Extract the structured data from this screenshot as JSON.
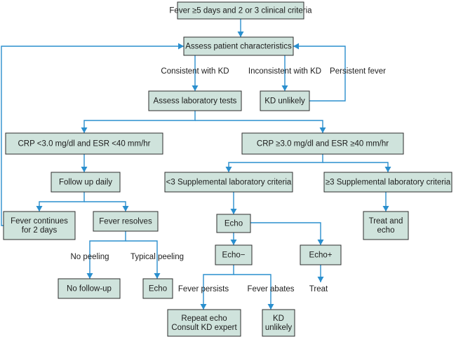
{
  "nodes": [
    {
      "id": "fever5",
      "lines": [
        "Fever ≥5 days and 2 or 3 clinical criteria"
      ]
    },
    {
      "id": "assess-patient",
      "lines": [
        "Assess patient characteristics"
      ]
    },
    {
      "id": "assess-lab",
      "lines": [
        "Assess laboratory tests"
      ]
    },
    {
      "id": "kd-unlikely-1",
      "lines": [
        "KD unlikely"
      ]
    },
    {
      "id": "crp-low",
      "lines": [
        "CRP <3.0 mg/dl and ESR <40 mm/hr"
      ]
    },
    {
      "id": "crp-high",
      "lines": [
        "CRP ≥3.0 mg/dl and ESR ≥40 mm/hr"
      ]
    },
    {
      "id": "follow-daily",
      "lines": [
        "Follow up daily"
      ]
    },
    {
      "id": "lt3-supp",
      "lines": [
        "<3 Supplemental laboratory criteria"
      ]
    },
    {
      "id": "ge3-supp",
      "lines": [
        "≥3 Supplemental laboratory criteria"
      ]
    },
    {
      "id": "fever-continues",
      "lines": [
        "Fever continues",
        "for 2 days"
      ]
    },
    {
      "id": "fever-resolves",
      "lines": [
        "Fever resolves"
      ]
    },
    {
      "id": "echo-1",
      "lines": [
        "Echo"
      ]
    },
    {
      "id": "treat-echo",
      "lines": [
        "Treat and",
        "echo"
      ]
    },
    {
      "id": "echo-neg",
      "lines": [
        "Echo−"
      ]
    },
    {
      "id": "echo-pos",
      "lines": [
        "Echo+"
      ]
    },
    {
      "id": "no-followup",
      "lines": [
        "No follow-up"
      ]
    },
    {
      "id": "echo-2",
      "lines": [
        "Echo"
      ]
    },
    {
      "id": "repeat-echo",
      "lines": [
        "Repeat echo",
        "Consult KD expert"
      ]
    },
    {
      "id": "kd-unlikely-2",
      "lines": [
        "KD",
        "unlikely"
      ]
    }
  ],
  "edge_labels": {
    "consistent": "Consistent with KD",
    "inconsistent": "Inconsistent with KD",
    "persistent": "Persistent fever",
    "no_peeling": "No peeling",
    "typical_peeling": "Typical peeling",
    "fever_persists": "Fever persists",
    "fever_abates": "Fever abates",
    "treat": "Treat"
  },
  "colors": {
    "box_fill": "#cfe3dc",
    "box_stroke": "#2c2c2c",
    "arrow": "#2a8fce"
  }
}
